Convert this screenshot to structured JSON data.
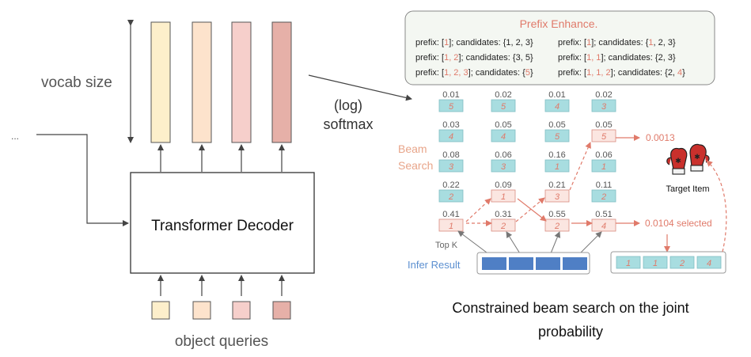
{
  "left": {
    "vocab_label": "vocab size",
    "decoder_label": "Transformer Decoder",
    "queries_label": "object queries",
    "ellipsis": "...",
    "softmax_line1": "(log)",
    "softmax_line2": "softmax",
    "logit_colors": [
      "#fdefcb",
      "#fde3cc",
      "#f6cfcb",
      "#e6b0a8"
    ]
  },
  "prefix": {
    "title": "Prefix Enhance.",
    "rows": [
      {
        "left": {
          "pre": "prefix: [",
          "red": "1",
          "post": "]; candidates: {1, 2, 3}"
        },
        "right": {
          "pre": "prefix: [",
          "red": "1",
          "post": "]; candidates: {",
          "red2": "1",
          "post2": ", 2, 3}"
        }
      },
      {
        "left": {
          "pre": "prefix: [",
          "red": "1, 2",
          "post": "]; candidates: {3, 5}"
        },
        "right": {
          "pre": "prefix: [",
          "red": "1, 1",
          "post": "]; candidates: {2, 3}"
        }
      },
      {
        "left": {
          "pre": "prefix: [",
          "red": "1, 2, 3",
          "post": "]; candidates: {",
          "red2": "5",
          "post2": "}"
        },
        "right": {
          "pre": "prefix: [",
          "red": "1, 1, 2",
          "post": "]; candidates: {2, ",
          "red2": "4",
          "post2": "}"
        }
      }
    ]
  },
  "beam": {
    "label_line1": "Beam",
    "label_line2": "Search",
    "columns": [
      {
        "cells": [
          {
            "p": "0.01",
            "t": "5"
          },
          {
            "p": "0.03",
            "t": "4"
          },
          {
            "p": "0.08",
            "t": "3"
          },
          {
            "p": "0.22",
            "t": "2"
          },
          {
            "p": "0.41",
            "t": "1"
          }
        ]
      },
      {
        "cells": [
          {
            "p": "0.02",
            "t": "5"
          },
          {
            "p": "0.05",
            "t": "4"
          },
          {
            "p": "0.06",
            "t": "3"
          },
          {
            "p": "0.09",
            "t": "1"
          },
          {
            "p": "0.31",
            "t": "2"
          }
        ]
      },
      {
        "cells": [
          {
            "p": "0.01",
            "t": "4"
          },
          {
            "p": "0.05",
            "t": "5"
          },
          {
            "p": "0.16",
            "t": "1"
          },
          {
            "p": "0.21",
            "t": "3"
          },
          {
            "p": "0.55",
            "t": "2"
          }
        ]
      },
      {
        "cells": [
          {
            "p": "0.02",
            "t": "3"
          },
          {
            "p": "0.05",
            "t": "5"
          },
          {
            "p": "0.06",
            "t": "1"
          },
          {
            "p": "0.11",
            "t": "2"
          },
          {
            "p": "0.51",
            "t": "4"
          }
        ]
      }
    ],
    "score_top": "0.0013",
    "score_selected": "0.0104 selected",
    "topk_label": "Top K",
    "infer_label": "Infer Result",
    "result_tokens": [
      "1",
      "1",
      "2",
      "4"
    ],
    "target_label": "Target Item"
  },
  "caption": {
    "line1": "Constrained beam search on the joint",
    "line2": "probability"
  }
}
